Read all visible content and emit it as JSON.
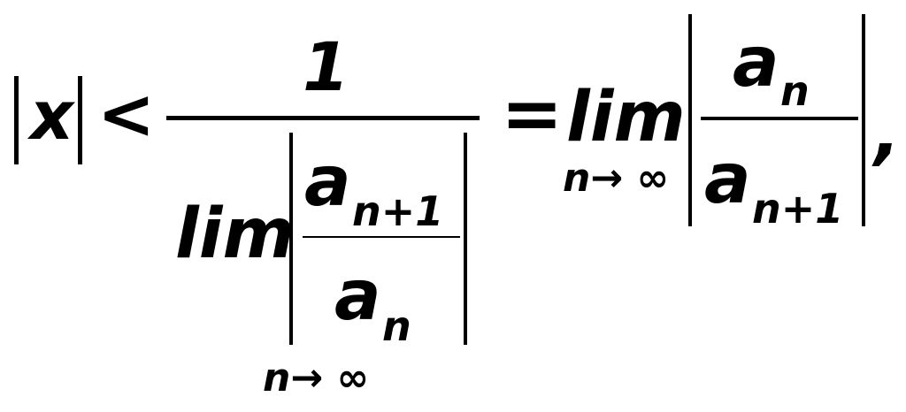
{
  "formula": {
    "lhs": {
      "variable": "x",
      "relation": "<"
    },
    "left_fraction": {
      "numerator": "1",
      "limit_word": "lim",
      "limit_subscript": "n→ ∞",
      "inner_numerator_base": "a",
      "inner_numerator_index": "n+1",
      "inner_denominator_base": "a",
      "inner_denominator_index": "n"
    },
    "equals": "=",
    "right_limit": {
      "limit_word": "lim",
      "limit_subscript": "n→ ∞",
      "numerator_base": "a",
      "numerator_index": "n",
      "denominator_base": "a",
      "denominator_index": "n+1"
    },
    "trailing_punctuation": ","
  }
}
